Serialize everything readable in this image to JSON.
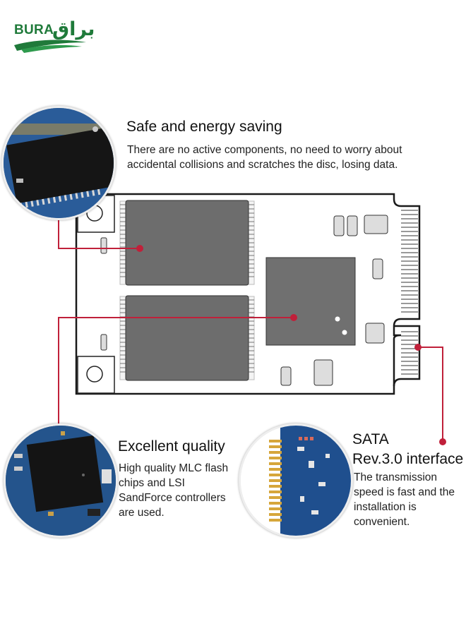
{
  "brand": {
    "logo_text": "BURA",
    "logo_arabic": "براق",
    "color": "#1f7a3a"
  },
  "accent_color": "#c0203a",
  "features": [
    {
      "title": "Safe and energy saving",
      "desc_lines": [
        "There are no active components, no need to worry about",
        "accidental collisions and scratches the disc, losing data."
      ]
    },
    {
      "title": "Excellent quality",
      "desc_lines": [
        "High quality MLC flash",
        "chips and LSI",
        "SandForce controllers",
        "are used."
      ]
    },
    {
      "title_lines": [
        "SATA",
        "Rev.3.0 interface"
      ],
      "desc_lines": [
        "The transmission",
        "speed is fast and the",
        "installation is",
        "convenient."
      ]
    }
  ]
}
